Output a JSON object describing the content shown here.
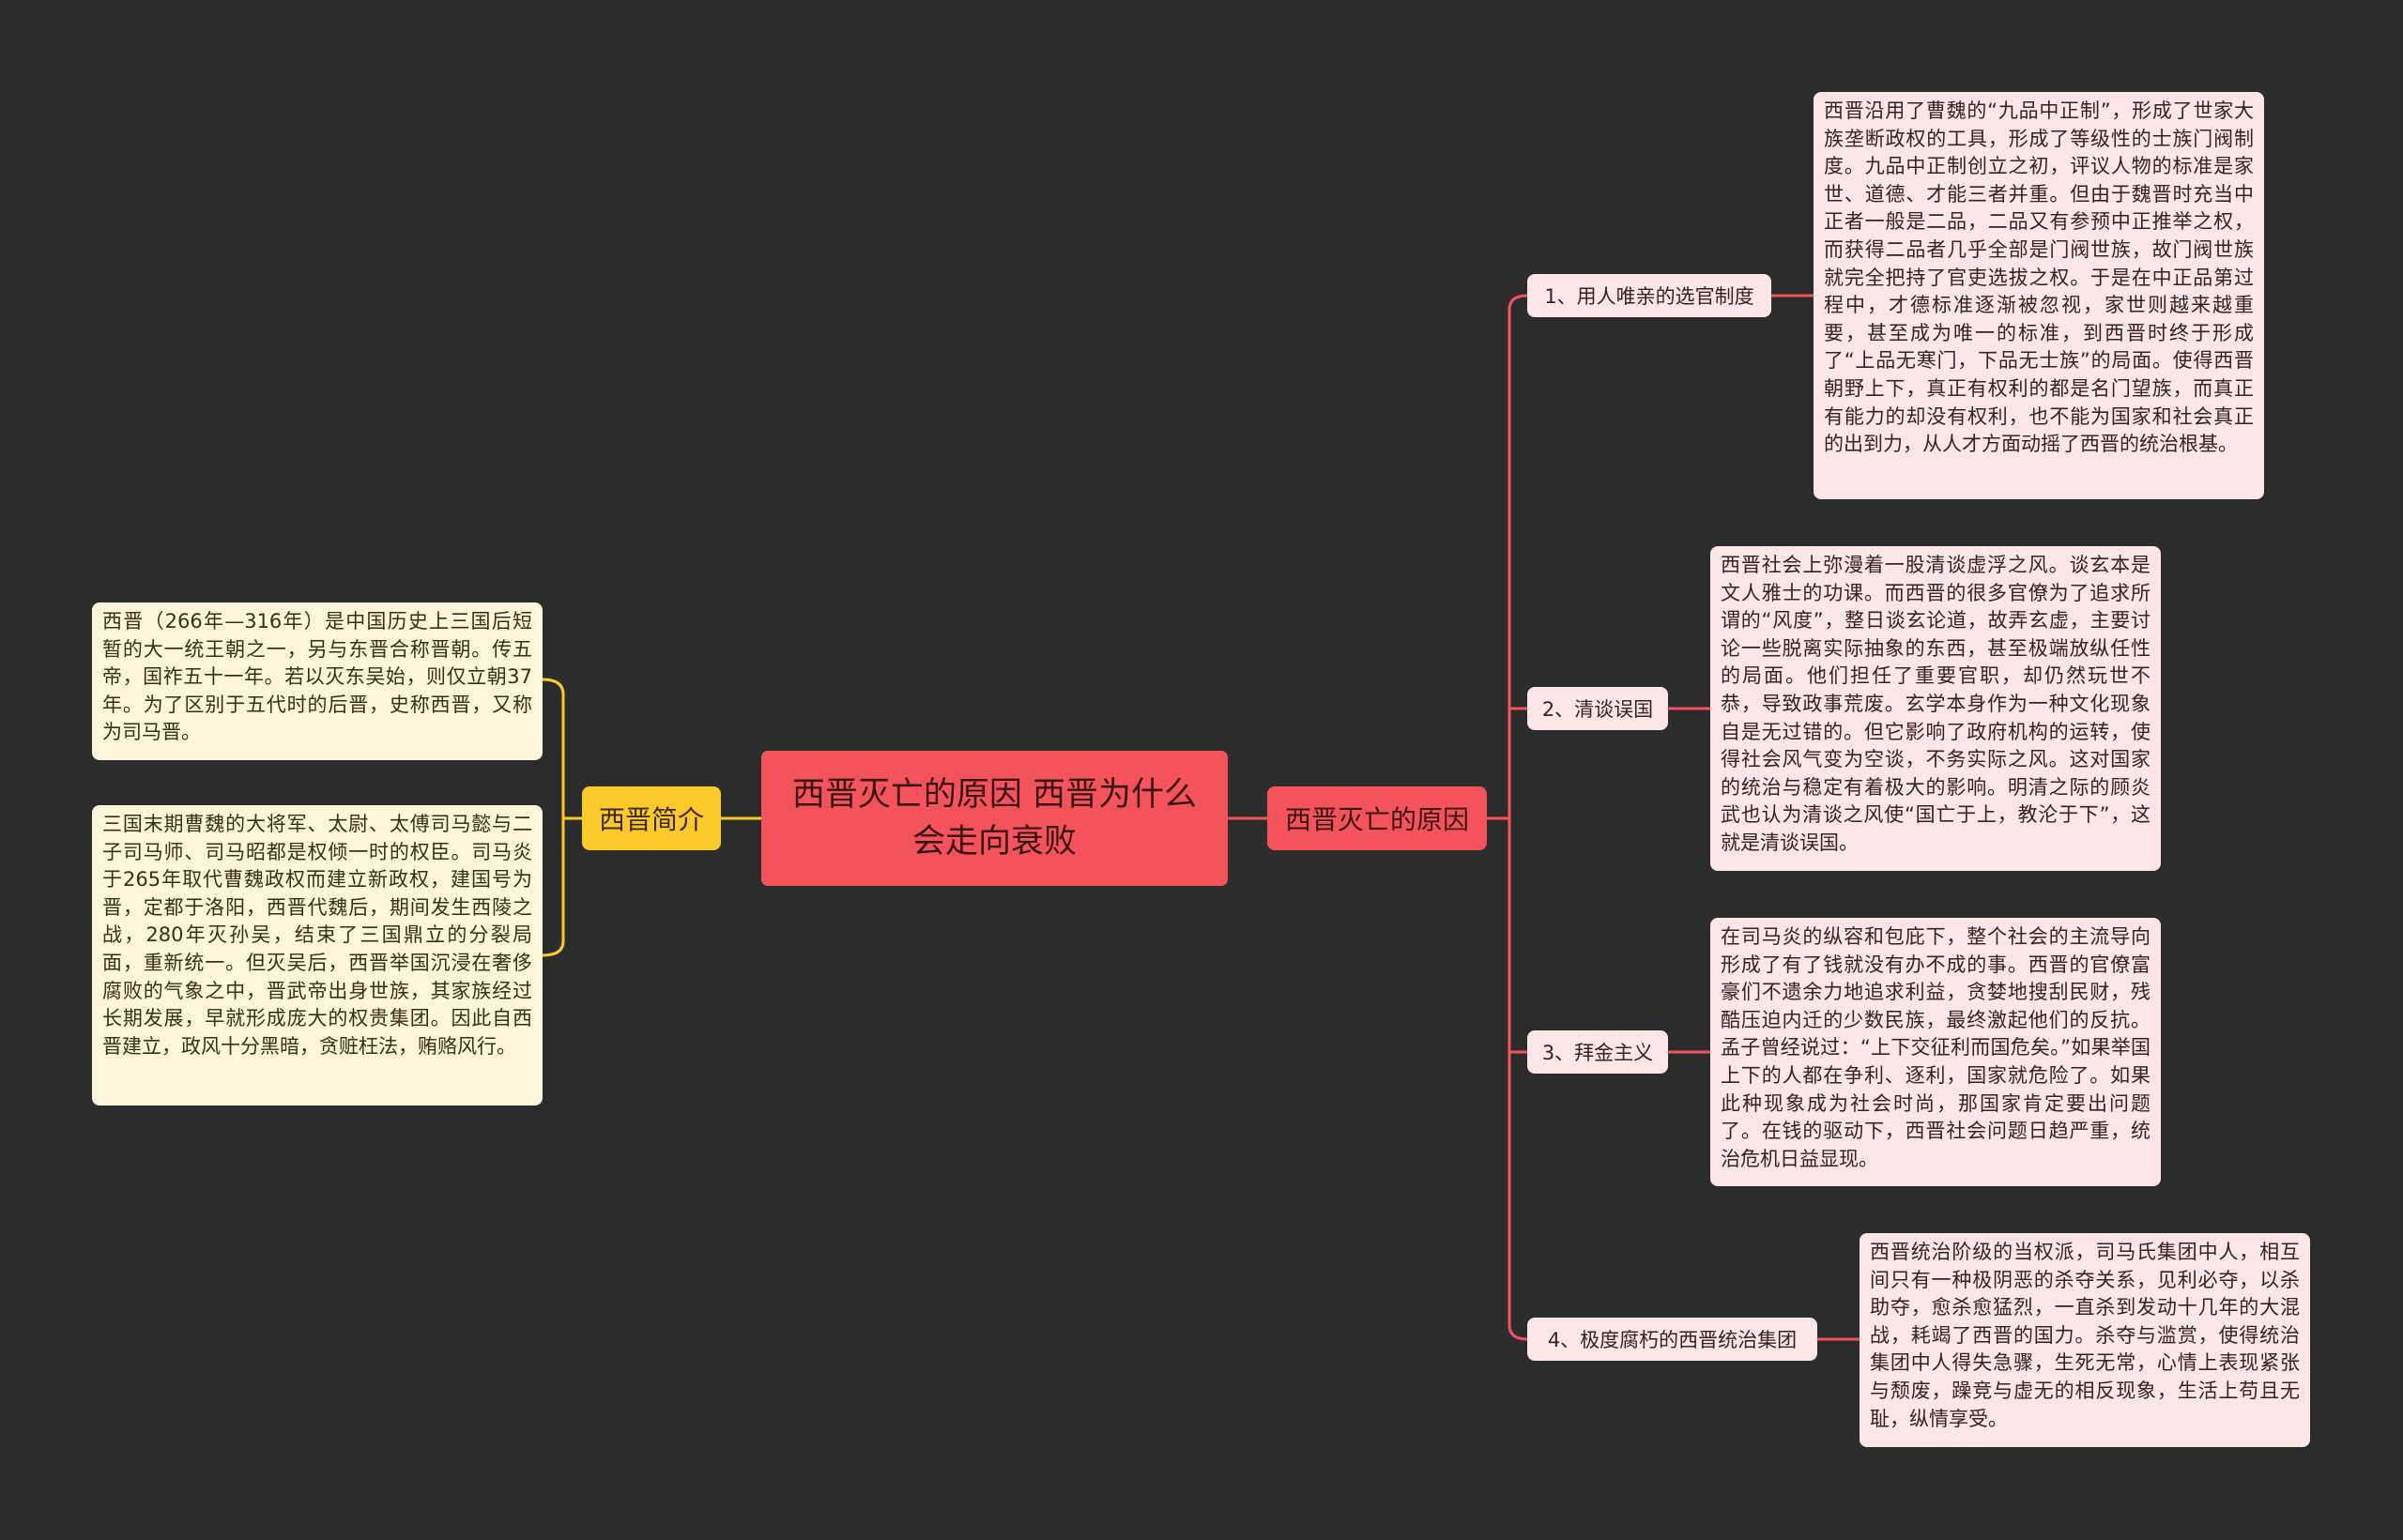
{
  "colors": {
    "background": "#2c2c2c",
    "root": "#f5535b",
    "branch_red": "#f5535b",
    "branch_yellow": "#fcc92a",
    "leaf_pink": "#fde6e7",
    "leaf_yellow": "#fdf6da"
  },
  "root": {
    "title": "西晋灭亡的原因 西晋为什么会走向衰败"
  },
  "left_branch": {
    "label": "西晋简介",
    "leaves": [
      "西晋（266年—316年）是中国历史上三国后短暂的大一统王朝之一，另与东晋合称晋朝。传五帝，国祚五十一年。若以灭东吴始，则仅立朝37年。为了区别于五代时的后晋，史称西晋，又称为司马晋。",
      "三国末期曹魏的大将军、太尉、太傅司马懿与二子司马师、司马昭都是权倾一时的权臣。司马炎于265年取代曹魏政权而建立新政权，建国号为晋，定都于洛阳，西晋代魏后，期间发生西陵之战，280年灭孙吴，结束了三国鼎立的分裂局面，重新统一。但灭吴后，西晋举国沉浸在奢侈腐败的气象之中，晋武帝出身世族，其家族经过长期发展，早就形成庞大的权贵集团。因此自西晋建立，政风十分黑暗，贪赃枉法，贿赂风行。"
    ]
  },
  "right_branch": {
    "label": "西晋灭亡的原因",
    "items": [
      {
        "label": "1、用人唯亲的选官制度",
        "detail": "西晋沿用了曹魏的“九品中正制”，形成了世家大族垄断政权的工具，形成了等级性的士族门阀制度。九品中正制创立之初，评议人物的标准是家世、道德、才能三者并重。但由于魏晋时充当中正者一般是二品，二品又有参预中正推举之权，而获得二品者几乎全部是门阀世族，故门阀世族就完全把持了官吏选拔之权。于是在中正品第过程中，才德标准逐渐被忽视，家世则越来越重要，甚至成为唯一的标准，到西晋时终于形成了“上品无寒门，下品无士族”的局面。使得西晋朝野上下，真正有权利的都是名门望族，而真正有能力的却没有权利，也不能为国家和社会真正的出到力，从人才方面动摇了西晋的统治根基。"
      },
      {
        "label": "2、清谈误国",
        "detail": "西晋社会上弥漫着一股清谈虚浮之风。谈玄本是文人雅士的功课。而西晋的很多官僚为了追求所谓的“风度”，整日谈玄论道，故弄玄虚，主要讨论一些脱离实际抽象的东西，甚至极端放纵任性的局面。他们担任了重要官职，却仍然玩世不恭，导致政事荒废。玄学本身作为一种文化现象自是无过错的。但它影响了政府机构的运转，使得社会风气变为空谈，不务实际之风。这对国家的统治与稳定有着极大的影响。明清之际的顾炎武也认为清谈之风使“国亡于上，教沦于下”，这就是清谈误国。"
      },
      {
        "label": "3、拜金主义",
        "detail": "在司马炎的纵容和包庇下，整个社会的主流导向形成了有了钱就没有办不成的事。西晋的官僚富豪们不遗余力地追求利益，贪婪地搜刮民财，残酷压迫内迁的少数民族，最终激起他们的反抗。孟子曾经说过：“上下交征利而国危矣。”如果举国上下的人都在争利、逐利，国家就危险了。如果此种现象成为社会时尚，那国家肯定要出问题了。在钱的驱动下，西晋社会问题日趋严重，统治危机日益显现。"
      },
      {
        "label": "4、极度腐朽的西晋统治集团",
        "detail": "西晋统治阶级的当权派，司马氏集团中人，相互间只有一种极阴恶的杀夺关系，见利必夺，以杀助夺，愈杀愈猛烈，一直杀到发动十几年的大混战，耗竭了西晋的国力。杀夺与滥赏，使得统治集团中人得失急骤，生死无常，心情上表现紧张与颓废，躁竞与虚无的相反现象，生活上苟且无耻，纵情享受。"
      }
    ]
  }
}
